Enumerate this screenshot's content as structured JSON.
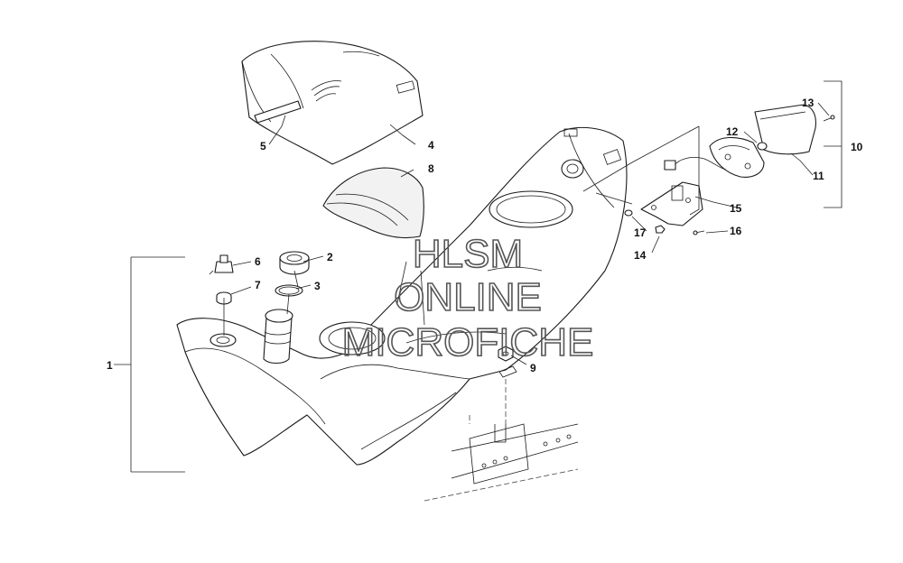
{
  "watermark": {
    "line1": "HLSM",
    "line2": "ONLINE",
    "line3": "MICROFICHE"
  },
  "callouts": [
    {
      "id": "1",
      "label": "1"
    },
    {
      "id": "2",
      "label": "2"
    },
    {
      "id": "3",
      "label": "3"
    },
    {
      "id": "4",
      "label": "4"
    },
    {
      "id": "5",
      "label": "5"
    },
    {
      "id": "6",
      "label": "6"
    },
    {
      "id": "7",
      "label": "7"
    },
    {
      "id": "8",
      "label": "8"
    },
    {
      "id": "9",
      "label": "9"
    },
    {
      "id": "10",
      "label": "10"
    },
    {
      "id": "11",
      "label": "11"
    },
    {
      "id": "12",
      "label": "12"
    },
    {
      "id": "13",
      "label": "13"
    },
    {
      "id": "14",
      "label": "14"
    },
    {
      "id": "15",
      "label": "15"
    },
    {
      "id": "16",
      "label": "16"
    },
    {
      "id": "17",
      "label": "17"
    }
  ]
}
